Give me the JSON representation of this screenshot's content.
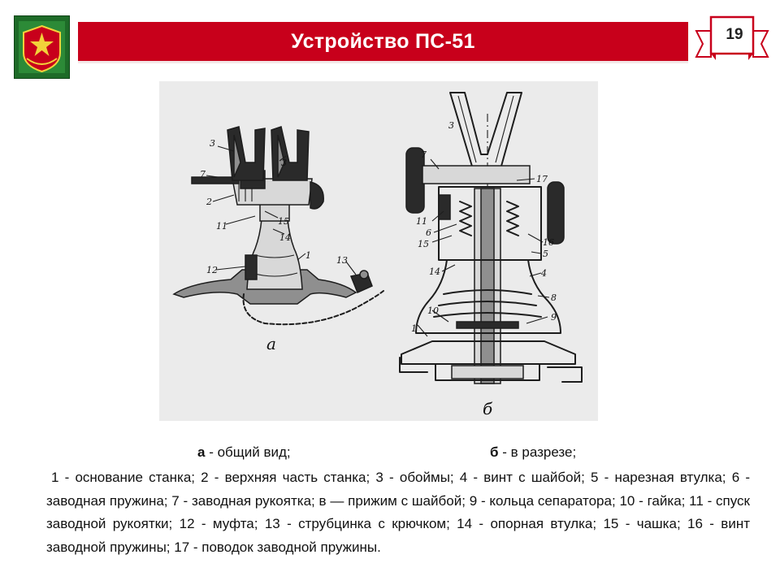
{
  "header": {
    "title": "Устройство ПС-51",
    "page_number": "19"
  },
  "figure": {
    "panel_a_label": "а",
    "panel_b_label": "б",
    "parts_a": [
      "3",
      "3",
      "7",
      "2",
      "11",
      "15",
      "14",
      "1",
      "12",
      "13"
    ],
    "parts_b": [
      "3",
      "7",
      "17",
      "11",
      "6",
      "15",
      "16",
      "5",
      "14",
      "4",
      "8",
      "9",
      "10",
      "1"
    ]
  },
  "caption": {
    "a_key": "а",
    "a_text": " - общий вид;",
    "b_key": "б",
    "b_text": " - в разрезе;",
    "legend": "1 - основание станка; 2 - верхняя часть станка; 3 - обоймы; 4 - винт с шайбой; 5 - нарезная втулка; 6 - заводная пружина; 7 - заводная рукоятка; в — прижим с шайбой; 9 - кольца сепаратора; 10 - гайка; 11 - спуск заводной рукоятки; 12 - муфта; 13 - струбцинка с крючком; 14 - опорная втулка; 15 - чашка; 16 - винт заводной пружины; 17 - поводок заводной пружины."
  },
  "colors": {
    "banner": "#c8001b",
    "logo_green": "#1e6b28"
  }
}
